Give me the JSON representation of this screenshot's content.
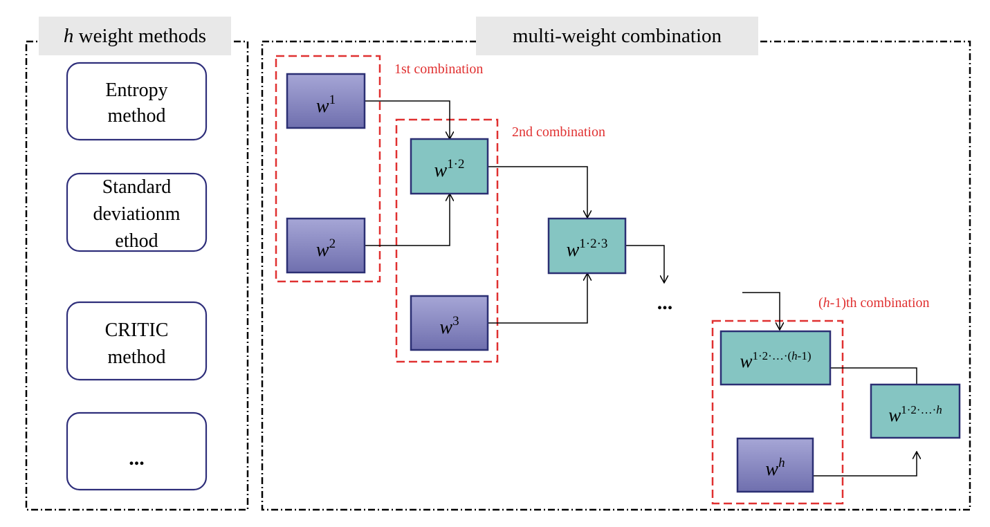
{
  "left_panel": {
    "title_var": "h",
    "title_rest": " weight methods",
    "methods": [
      {
        "lines": [
          "Entropy",
          "method"
        ]
      },
      {
        "lines": [
          "Standard",
          "deviationm",
          "ethod"
        ]
      },
      {
        "lines": [
          "CRITIC",
          "method"
        ]
      },
      {
        "lines": [
          "..."
        ]
      }
    ]
  },
  "right_panel": {
    "title": "multi-weight combination",
    "groups": {
      "g1": "1st combination",
      "g2": "2nd combination",
      "g3_var": "h",
      "g3_pre": "(",
      "g3_post": "-1)th combination"
    },
    "nodes": {
      "w1": {
        "base": "w",
        "sup": "1"
      },
      "w2": {
        "base": "w",
        "sup": "2"
      },
      "w3": {
        "base": "w",
        "sup": "3"
      },
      "w12": {
        "base": "w",
        "sup": "1·2"
      },
      "w123": {
        "base": "w",
        "sup": "1·2·3"
      },
      "wh1": {
        "base": "w",
        "sup_pre": "1·2·…·(",
        "sup_var": "h",
        "sup_post": "-1)"
      },
      "wh": {
        "base": "w",
        "sup_var": "h"
      },
      "w12h": {
        "base": "w",
        "sup_pre": "1·2·…·",
        "sup_var": "h"
      }
    },
    "ellipsis": "..."
  },
  "colors": {
    "frame": "#000000",
    "title_bg": "#e8e8e8",
    "method_border": "#2e2e7a",
    "purple_node": "#8e8ec4",
    "teal_node": "#85c5c2",
    "node_border": "#2b2f73",
    "group_dash": "#e03030",
    "group_label": "#e03030"
  }
}
